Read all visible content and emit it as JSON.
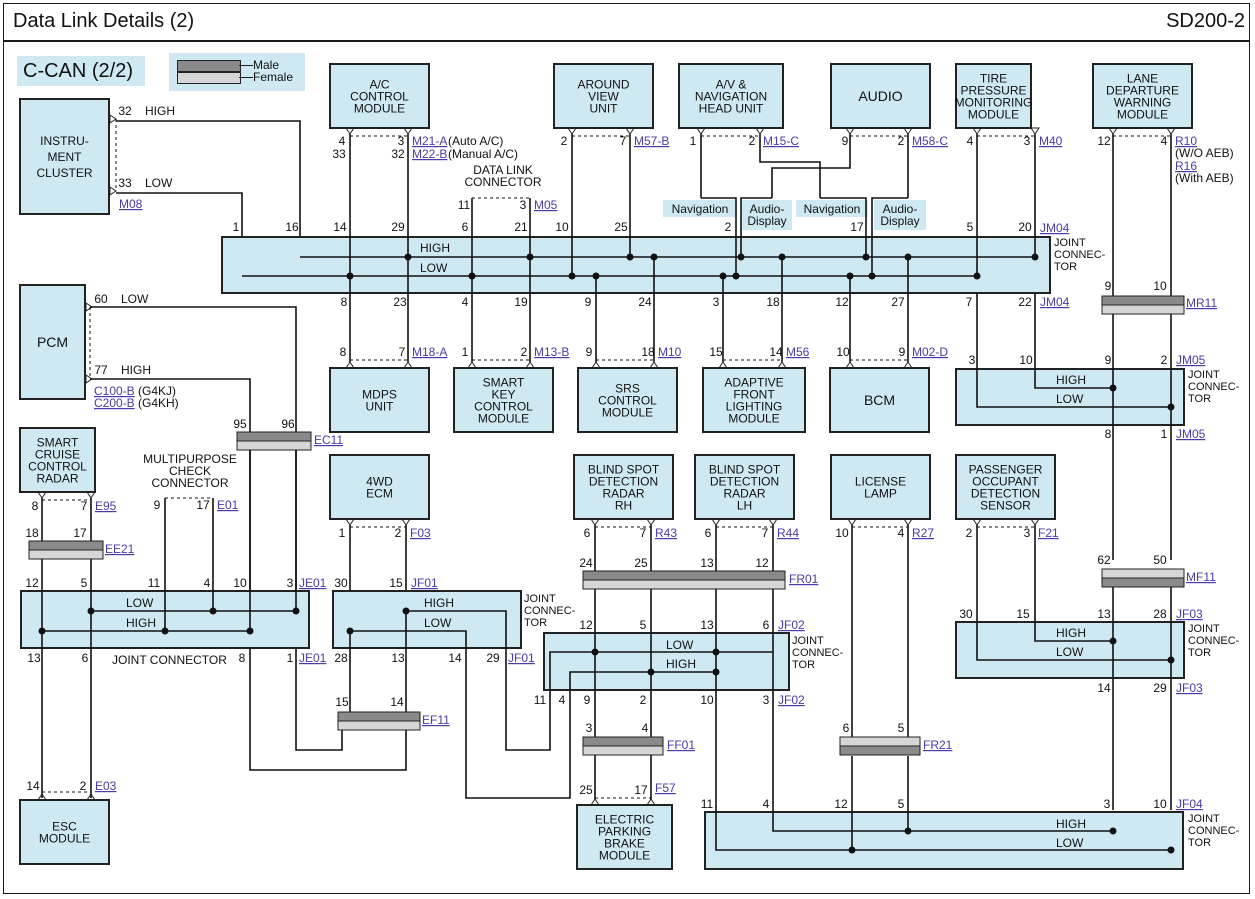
{
  "page": {
    "title": "Data Link Details (2)",
    "code": "SD200-2",
    "section": "C-CAN (2/2)",
    "legend": {
      "male": "Male",
      "female": "Female"
    }
  },
  "colors": {
    "box_fill": "#cfe9f3",
    "link": "#4b3aa8",
    "wire": "#111111",
    "male_conn": "#8a8a8a",
    "female_conn": "#d6d6d6"
  },
  "modules": [
    {
      "id": "instrument-cluster",
      "lines": [
        "INSTRU-",
        "MENT",
        "CLUSTER"
      ]
    },
    {
      "id": "ac-control-module",
      "lines": [
        "A/C",
        "CONTROL",
        "MODULE"
      ]
    },
    {
      "id": "around-view-unit",
      "lines": [
        "AROUND",
        "VIEW",
        "UNIT"
      ]
    },
    {
      "id": "av-navigation-head-unit",
      "lines": [
        "A/V &",
        "NAVIGATION",
        "HEAD UNIT"
      ]
    },
    {
      "id": "audio",
      "lines": [
        "AUDIO"
      ]
    },
    {
      "id": "tire-pressure-monitoring-module",
      "lines": [
        "TIRE",
        "PRESSURE",
        "MONITORING",
        "MODULE"
      ]
    },
    {
      "id": "lane-departure-warning-module",
      "lines": [
        "LANE",
        "DEPARTURE",
        "WARNING",
        "MODULE"
      ]
    },
    {
      "id": "pcm",
      "lines": [
        "PCM"
      ]
    },
    {
      "id": "mdps-unit",
      "lines": [
        "MDPS",
        "UNIT"
      ]
    },
    {
      "id": "smart-key-control-module",
      "lines": [
        "SMART",
        "KEY",
        "CONTROL",
        "MODULE"
      ]
    },
    {
      "id": "srs-control-module",
      "lines": [
        "SRS",
        "CONTROL",
        "MODULE"
      ]
    },
    {
      "id": "adaptive-front-lighting-module",
      "lines": [
        "ADAPTIVE",
        "FRONT",
        "LIGHTING",
        "MODULE"
      ]
    },
    {
      "id": "bcm",
      "lines": [
        "BCM"
      ]
    },
    {
      "id": "smart-cruise-control-radar",
      "lines": [
        "SMART",
        "CRUISE",
        "CONTROL",
        "RADAR"
      ]
    },
    {
      "id": "4wd-ecm",
      "lines": [
        "4WD",
        "ECM"
      ]
    },
    {
      "id": "blind-spot-detection-radar-rh",
      "lines": [
        "BLIND SPOT",
        "DETECTION",
        "RADAR",
        "RH"
      ]
    },
    {
      "id": "blind-spot-detection-radar-lh",
      "lines": [
        "BLIND SPOT",
        "DETECTION",
        "RADAR",
        "LH"
      ]
    },
    {
      "id": "license-lamp",
      "lines": [
        "LICENSE",
        "LAMP"
      ]
    },
    {
      "id": "passenger-occupant-detection-sensor",
      "lines": [
        "PASSENGER",
        "OCCUPANT",
        "DETECTION",
        "SENSOR"
      ]
    },
    {
      "id": "esc-module",
      "lines": [
        "ESC",
        "MODULE"
      ]
    },
    {
      "id": "electric-parking-brake-module",
      "lines": [
        "ELECTRIC",
        "PARKING",
        "BRAKE",
        "MODULE"
      ]
    }
  ],
  "texts": {
    "high": "HIGH",
    "low": "LOW",
    "joint_connector": "JOINT CONNECTOR",
    "joint_connector_split": [
      "JOINT",
      "CONNEC-",
      "TOR"
    ],
    "data_link_connector": [
      "DATA LINK",
      "CONNECTOR"
    ],
    "multipurpose_check_connector": [
      "MULTIPURPOSE",
      "CHECK",
      "CONNECTOR"
    ],
    "navigation": "Navigation",
    "audio_display": "Audio-Display",
    "auto_ac": "(Auto A/C)",
    "manual_ac": "(Manual A/C)",
    "wo_aeb": "(W/O AEB)",
    "with_aeb": "(With AEB)",
    "g4kj": "(G4KJ)",
    "g4kh": "(G4KH)"
  },
  "connectors": [
    "M08",
    "M21-A",
    "M22-B",
    "M57-B",
    "M15-C",
    "M58-C",
    "M40",
    "R10",
    "R16",
    "M05",
    "JM04",
    "MR11",
    "M18-A",
    "M13-B",
    "M10",
    "M56",
    "M02-D",
    "JM05",
    "C100-B",
    "C200-B",
    "EC11",
    "E95",
    "E01",
    "F03",
    "R43",
    "R44",
    "R27",
    "F21",
    "EE21",
    "JE01",
    "JF01",
    "FR01",
    "JF02",
    "MF11",
    "JF03",
    "EF11",
    "FF01",
    "FR21",
    "E03",
    "F57",
    "JF04"
  ],
  "pins": [
    "32",
    "33",
    "60",
    "77",
    "4",
    "3",
    "32",
    "2",
    "7",
    "1",
    "2",
    "9",
    "2",
    "4",
    "3",
    "12",
    "4",
    "11",
    "3",
    "1",
    "16",
    "14",
    "29",
    "6",
    "21",
    "10",
    "25",
    "2",
    "17",
    "5",
    "20",
    "8",
    "23",
    "4",
    "19",
    "9",
    "24",
    "3",
    "18",
    "12",
    "27",
    "7",
    "22",
    "9",
    "10",
    "8",
    "7",
    "1",
    "2",
    "9",
    "18",
    "15",
    "14",
    "10",
    "9",
    "3",
    "10",
    "9",
    "2",
    "8",
    "1",
    "95",
    "96",
    "8",
    "7",
    "9",
    "17",
    "1",
    "2",
    "6",
    "7",
    "6",
    "7",
    "10",
    "4",
    "2",
    "3",
    "18",
    "17",
    "12",
    "5",
    "11",
    "4",
    "10",
    "3",
    "13",
    "6",
    "8",
    "1",
    "30",
    "15",
    "28",
    "13",
    "14",
    "29",
    "24",
    "25",
    "13",
    "12",
    "12",
    "5",
    "13",
    "6",
    "11",
    "4",
    "9",
    "2",
    "10",
    "3",
    "62",
    "50",
    "30",
    "15",
    "13",
    "28",
    "14",
    "29",
    "15",
    "14",
    "3",
    "4",
    "6",
    "5",
    "14",
    "2",
    "25",
    "17",
    "11",
    "4",
    "12",
    "5",
    "3",
    "10",
    "HIGH",
    "LOW",
    "MALE",
    "FEMALE"
  ]
}
